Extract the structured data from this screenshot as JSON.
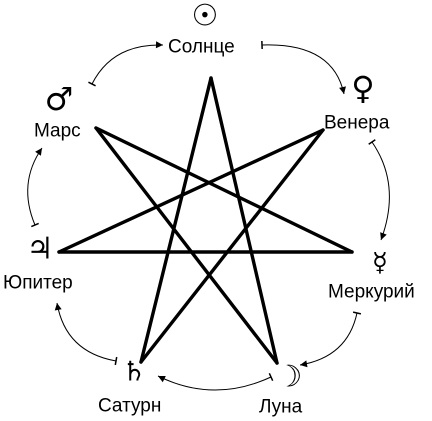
{
  "diagram": {
    "planets": [
      {
        "id": "sun",
        "name": "Солнце",
        "symbol": "☉"
      },
      {
        "id": "venus",
        "name": "Венера",
        "symbol": "♀"
      },
      {
        "id": "mercury",
        "name": "Меркурий",
        "symbol": "☿"
      },
      {
        "id": "moon",
        "name": "Луна",
        "symbol": "☽"
      },
      {
        "id": "saturn",
        "name": "Сатурн",
        "symbol": "♄"
      },
      {
        "id": "jupiter",
        "name": "Юпитер",
        "symbol": "♃"
      },
      {
        "id": "mars",
        "name": "Марс",
        "symbol": "♂"
      }
    ],
    "heptagram_order": [
      "sun",
      "saturn",
      "venus",
      "jupiter",
      "mercury",
      "mars",
      "moon"
    ],
    "orbit_order": [
      "sun",
      "venus",
      "mercury",
      "moon",
      "saturn",
      "jupiter",
      "mars"
    ],
    "stroke_color": "#000000",
    "background_color": "#ffffff"
  }
}
